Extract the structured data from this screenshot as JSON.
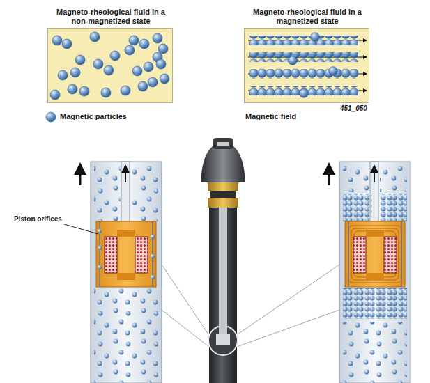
{
  "diagram": {
    "nodes": [
      {
        "text": [
          "Magneto-rheological fluid in a non-magnetized state"
        ]
      },
      {
        "text": [
          "Magneto-rheological fluid in a magnetized state"
        ]
      }
    ],
    "labels": [
      "451_050",
      "Magnetic field",
      "Piston orifices"
    ],
    "legend": [
      {
        "text": "Magnetic particles"
      }
    ]
  }
}
